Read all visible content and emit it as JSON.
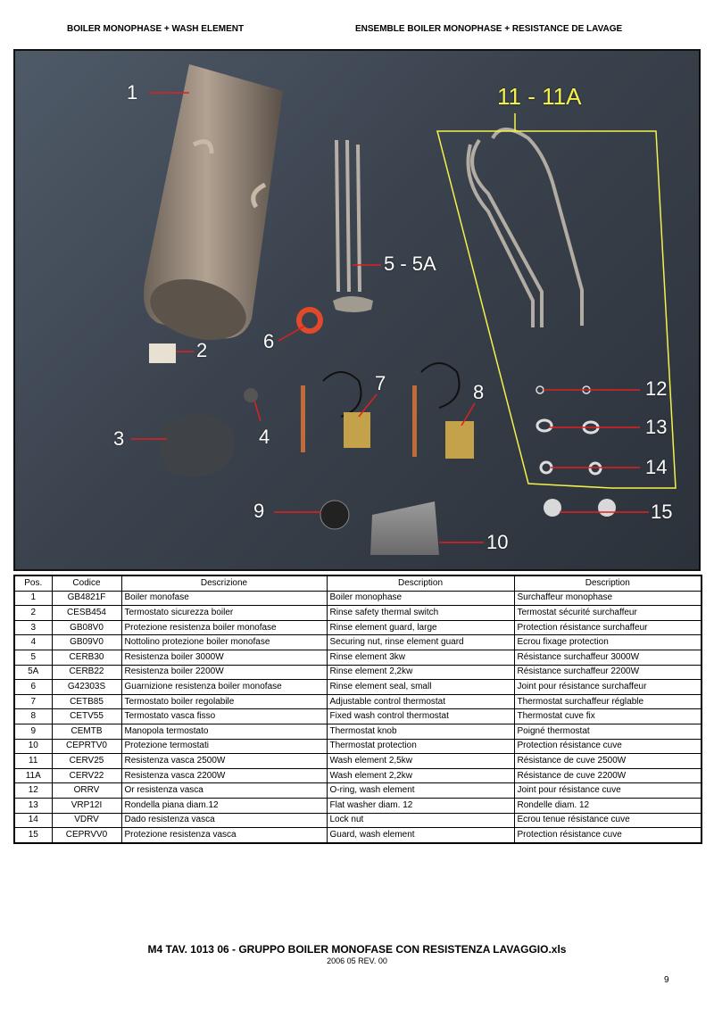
{
  "header": {
    "left": "BOILER MONOPHASE + WASH ELEMENT",
    "right": "ENSEMBLE  BOILER MONOPHASE + RESISTANCE DE LAVAGE"
  },
  "callouts": {
    "c1": "1",
    "c2": "2",
    "c3": "3",
    "c4": "4",
    "c5": "5 - 5A",
    "c6": "6",
    "c7": "7",
    "c8": "8",
    "c9": "9",
    "c10": "10",
    "c11": "11 - 11A",
    "c12": "12",
    "c13": "13",
    "c14": "14",
    "c15": "15"
  },
  "table": {
    "headers": [
      "Pos.",
      "Codice",
      "Descrizione",
      "Description",
      "Description"
    ],
    "rows": [
      [
        "1",
        "GB4821F",
        "Boiler monofase",
        "Boiler monophase",
        "Surchaffeur monophase"
      ],
      [
        "2",
        "CESB454",
        "Termostato sicurezza boiler",
        "Rinse safety thermal switch",
        "Termostat sécurité surchaffeur"
      ],
      [
        "3",
        "GB08V0",
        "Protezione resistenza boiler monofase",
        "Rinse element guard, large",
        "Protection résistance surchaffeur"
      ],
      [
        "4",
        "GB09V0",
        "Nottolino protezione boiler monofase",
        "Securing nut, rinse element guard",
        "Ecrou fixage  protection"
      ],
      [
        "5",
        "CERB30",
        "Resistenza boiler 3000W",
        "Rinse element 3kw",
        "Résistance surchaffeur 3000W"
      ],
      [
        "5A",
        "CERB22",
        "Resistenza boiler 2200W",
        "Rinse element 2,2kw",
        "Résistance surchaffeur 2200W"
      ],
      [
        "6",
        "G42303S",
        "Guarnizione resistenza boiler monofase",
        "Rinse element seal, small",
        "Joint pour résistance surchaffeur"
      ],
      [
        "7",
        "CETB85",
        "Termostato boiler regolabile",
        "Adjustable control thermostat",
        "Thermostat surchaffeur réglable"
      ],
      [
        "8",
        "CETV55",
        "Termostato vasca fisso",
        "Fixed wash control thermostat",
        "Thermostat cuve fix"
      ],
      [
        "9",
        "CEMTB",
        "Manopola termostato",
        "Thermostat knob",
        "Poigné thermostat"
      ],
      [
        "10",
        "CEPRTV0",
        "Protezione termostati",
        "Thermostat protection",
        "Protection résistance cuve"
      ],
      [
        "11",
        "CERV25",
        "Resistenza vasca 2500W",
        "Wash element 2,5kw",
        "Résistance de cuve 2500W"
      ],
      [
        "11A",
        "CERV22",
        "Resistenza vasca 2200W",
        "Wash element 2,2kw",
        "Résistance de cuve 2200W"
      ],
      [
        "12",
        "ORRV",
        "Or resistenza vasca",
        "O-ring, wash element",
        "Joint pour résistance cuve"
      ],
      [
        "13",
        "VRP12I",
        "Rondella piana diam.12",
        "Flat washer diam. 12",
        "Rondelle diam. 12"
      ],
      [
        "14",
        "VDRV",
        "Dado resistenza vasca",
        "Lock nut",
        "Ecrou tenue résistance cuve"
      ],
      [
        "15",
        "CEPRVV0",
        "Protezione resistenza vasca",
        "Guard, wash element",
        "Protection résistance cuve"
      ]
    ]
  },
  "footer": {
    "title": "M4 TAV. 1013 06  -  GRUPPO BOILER MONOFASE CON RESISTENZA LAVAGGIO.xls",
    "subtitle": "2006 05 REV. 00",
    "page_number": "9"
  },
  "colors": {
    "callout_line": "#e02020",
    "highlight": "#f4f24a",
    "photo_bg": "#3a424d"
  }
}
